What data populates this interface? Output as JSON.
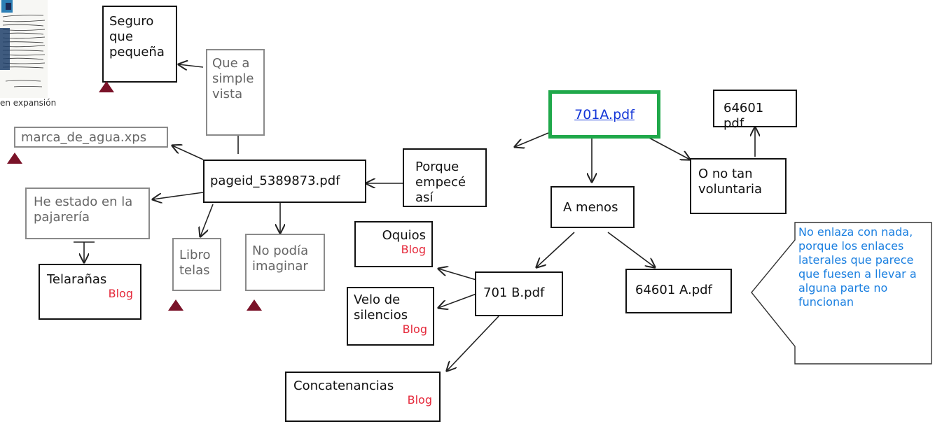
{
  "thumbnail": {
    "caption": "en expansión"
  },
  "nodes": {
    "seguro": "Seguro que pequeña",
    "que_a_simple": "Que a simple vista",
    "marca_agua": "marca_de_agua.xps",
    "pageid": "pageid_5389873.pdf",
    "porque": "Porque empecé así",
    "link_701a": "701A.pdf",
    "n64601pdf": "64601 pdf",
    "no_tan": "O no tan voluntaria",
    "he_estado": "He estado en la pajarería",
    "telaranas": "Telarañas",
    "libro": "Libro telas",
    "no_podia": "No podía imaginar",
    "a_menos": "A menos",
    "oquios": "Oquios",
    "velo": "Velo de silencios",
    "b701": "701 B.pdf",
    "a64601": "64601 A.pdf",
    "concat": "Concatenancias",
    "blog": "Blog"
  },
  "callout": {
    "text": "No enlaza con nada, porque los enlaces laterales que parece que fuesen a llevar a alguna parte no funcionan"
  },
  "colors": {
    "frame_highlight": "#1fa84a",
    "blog_red": "#e5283a",
    "triangle": "#7a1228",
    "callout_blue": "#1a7fe0"
  }
}
